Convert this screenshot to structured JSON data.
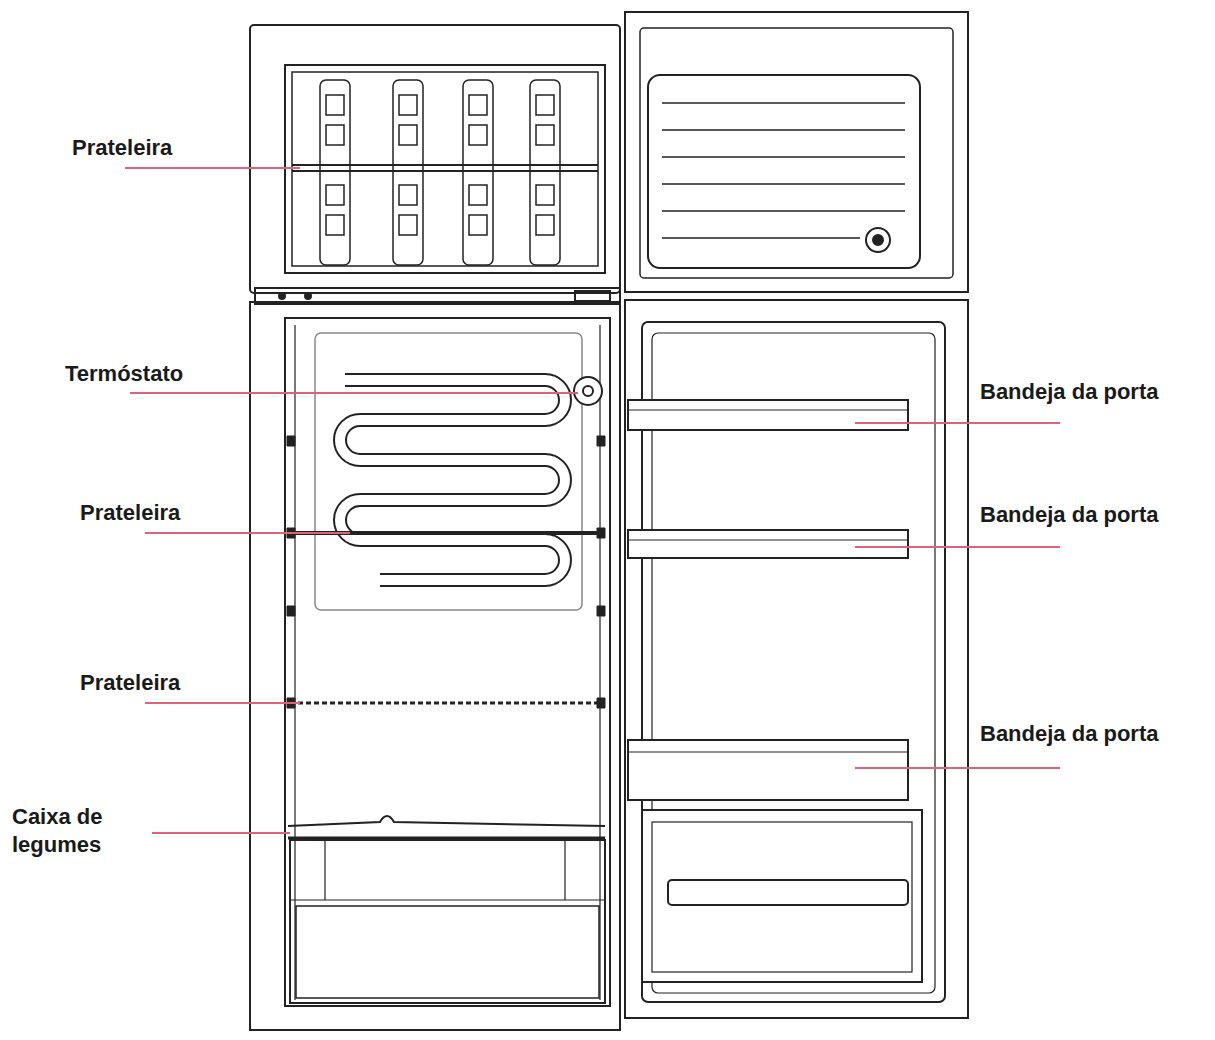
{
  "diagram": {
    "labels": [
      "Prateleira",
      "Termóstato",
      "Prateleira",
      "Prateleira",
      "Caixa de legumes",
      "Bandeja da porta",
      "Bandeja da porta",
      "Bandeja da porta"
    ]
  }
}
